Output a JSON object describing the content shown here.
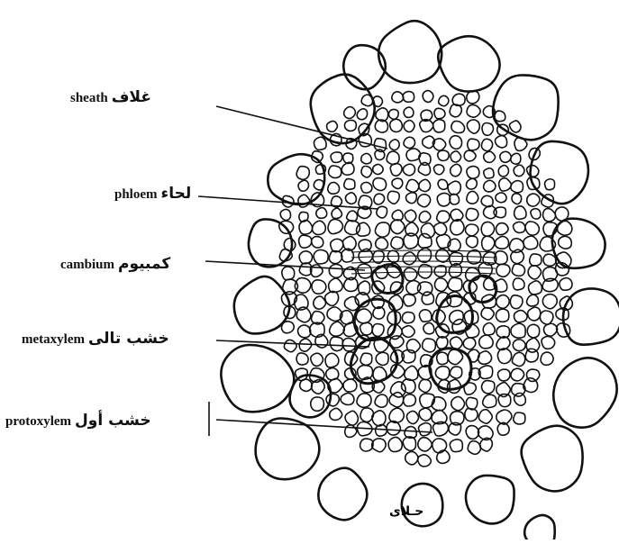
{
  "labels": {
    "sheath": {
      "en": "sheath",
      "ar": "غلاف"
    },
    "phloem": {
      "en": "phloem",
      "ar": "لحاء"
    },
    "cambium": {
      "en": "cambium",
      "ar": "كمبيوم"
    },
    "metaxylem": {
      "en": "metaxylem",
      "ar": "خشب تالى"
    },
    "protoxylem": {
      "en": "protoxylem",
      "ar": "خشب أول"
    }
  },
  "signature": "حـلاى",
  "colors": {
    "ink": "#111111",
    "background": "#ffffff"
  }
}
